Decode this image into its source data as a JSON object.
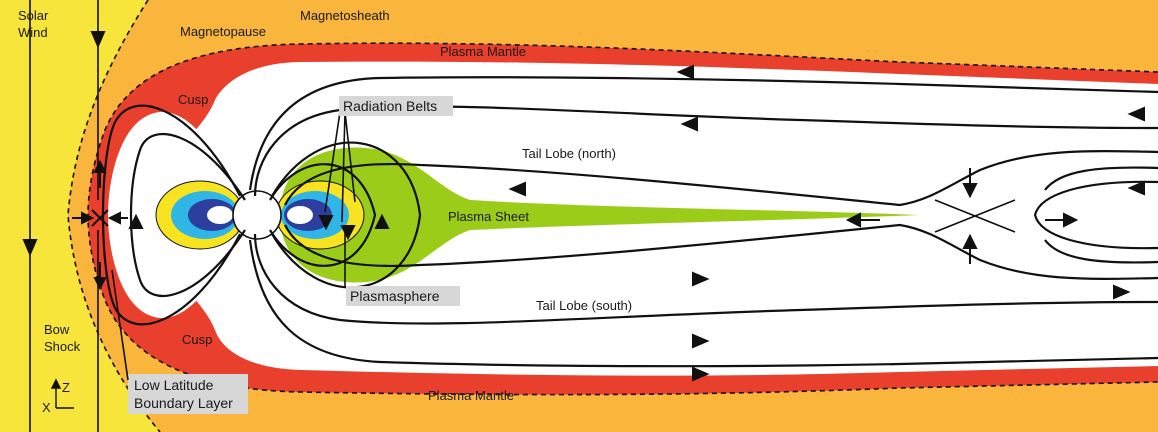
{
  "labels": {
    "solar_wind_line1": "Solar",
    "solar_wind_line2": "Wind",
    "magnetosheath": "Magnetosheath",
    "magnetopause": "Magnetopause",
    "plasma_mantle_top": "Plasma Mantle",
    "plasma_mantle_bottom": "Plasma Mantle",
    "cusp_top": "Cusp",
    "cusp_bottom": "Cusp",
    "radiation_belts": "Radiation Belts",
    "tail_lobe_north": "Tail Lobe (north)",
    "tail_lobe_south": "Tail Lobe (south)",
    "plasma_sheet": "Plasma Sheet",
    "plasmasphere": "Plasmasphere",
    "bow_shock_line1": "Bow",
    "bow_shock_line2": "Shock",
    "llbl_line1": "Low Latitude",
    "llbl_line2": "Boundary Layer",
    "axis_z": "Z",
    "axis_x": "X"
  },
  "colors": {
    "solar_wind": "#f7e53c",
    "magnetosheath": "#f9b53c",
    "plasma_mantle": "#e8402d",
    "plasma_sheet": "#9ccc1a",
    "belt_yellow": "#f7e31f",
    "belt_cyan": "#2fb6e6",
    "belt_blue": "#2d3f9e",
    "label_box": "#d7d7d7"
  }
}
